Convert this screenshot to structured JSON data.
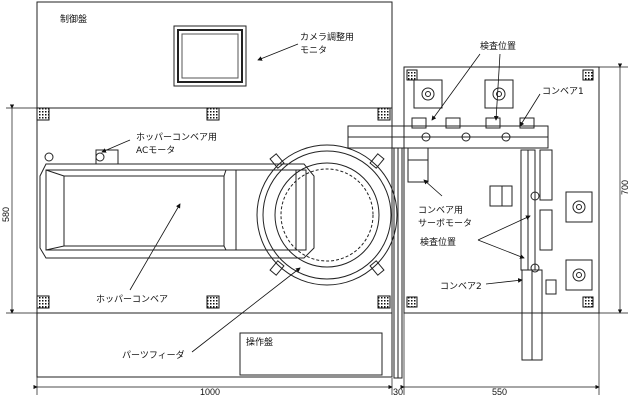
{
  "labels": {
    "control_panel": "制御盤",
    "camera_monitor_1": "カメラ調整用",
    "camera_monitor_2": "モニタ",
    "inspection_top": "検査位置",
    "conveyor1": "コンベア1",
    "hopper_motor_1": "ホッパーコンベア用",
    "hopper_motor_2": "ACモータ",
    "servo_1": "コンベア用",
    "servo_2": "サーボモータ",
    "inspection_mid": "検査位置",
    "conveyor2": "コンベア2",
    "hopper_conveyor": "ホッパーコンベア",
    "parts_feeder": "パーツフィーダ",
    "operation_panel": "操作盤"
  },
  "dimensions": {
    "width_left": "1000",
    "gap": "30",
    "width_right": "550",
    "height_left": "580",
    "height_right": "700"
  }
}
